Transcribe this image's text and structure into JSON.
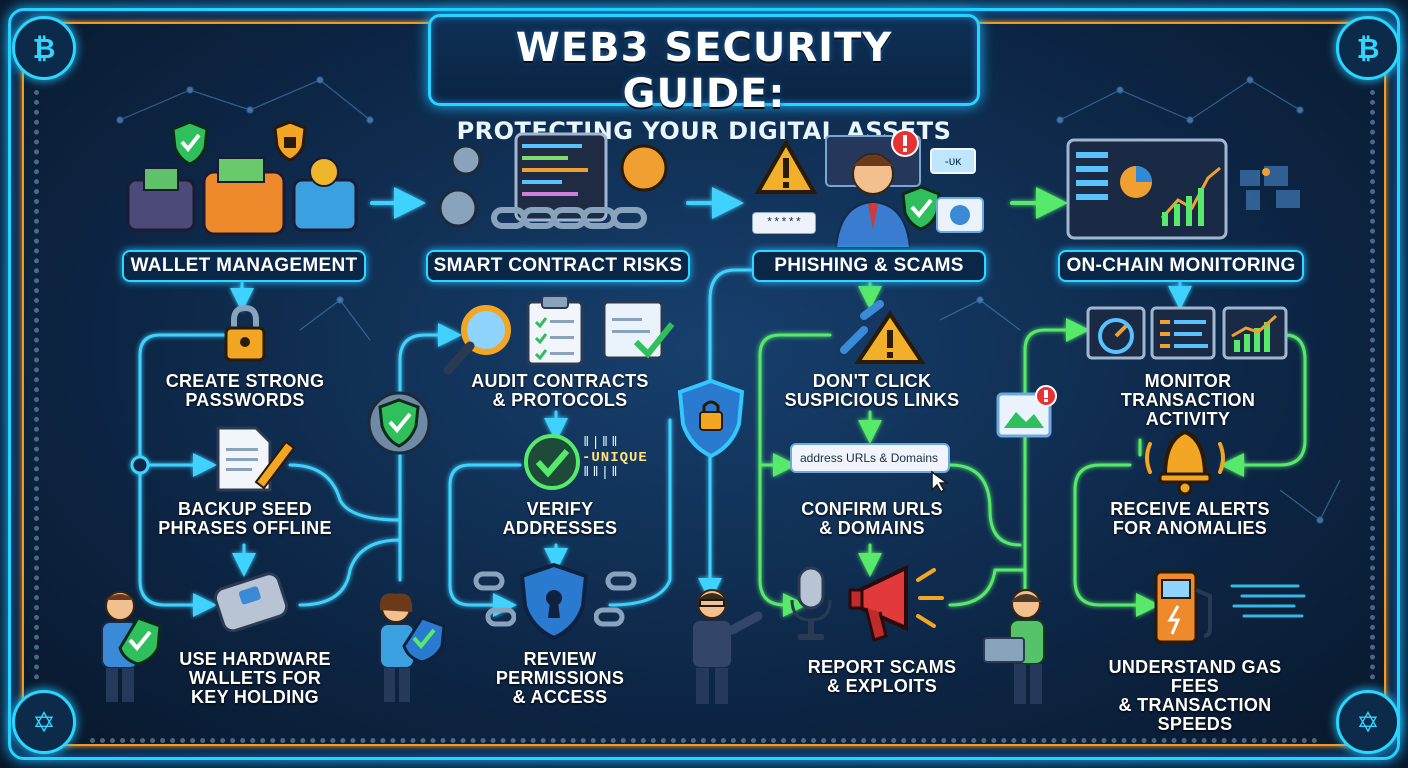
{
  "title": {
    "line1": "WEB3 SECURITY GUIDE:",
    "line2": "PROTECTING YOUR DIGITAL ASSETS"
  },
  "sections": {
    "wallet": {
      "label": "WALLET MANAGEMENT",
      "steps": [
        {
          "line1": "CREATE STRONG",
          "line2": "PASSWORDS"
        },
        {
          "line1": "BACKUP SEED",
          "line2": "PHRASES OFFLINE"
        },
        {
          "line1": "USE HARDWARE",
          "line2": "WALLETS FOR",
          "line3": "KEY HOLDING"
        }
      ]
    },
    "contract": {
      "label": "SMART CONTRACT RISKS",
      "steps": [
        {
          "line1": "AUDIT CONTRACTS",
          "line2": "& PROTOCOLS"
        },
        {
          "line1": "VERIFY",
          "line2": "ADDRESSES"
        },
        {
          "line1": "REVIEW",
          "line2": "PERMISSIONS",
          "line3": "& ACCESS"
        }
      ]
    },
    "phishing": {
      "label": "PHISHING & SCAMS",
      "steps": [
        {
          "line1": "DON'T CLICK",
          "line2": "SUSPICIOUS LINKS"
        },
        {
          "line1": "CONFIRM URLS",
          "line2": "& DOMAINS"
        },
        {
          "line1": "REPORT SCAMS",
          "line2": "& EXPLOITS"
        }
      ]
    },
    "monitoring": {
      "label": "ON-CHAIN MONITORING",
      "steps": [
        {
          "line1": "MONITOR",
          "line2": "TRANSACTION ACTIVITY"
        },
        {
          "line1": "RECEIVE ALERTS",
          "line2": "FOR ANOMALIES"
        },
        {
          "line1": "UNDERSTAND GAS FEES",
          "line2": "& TRANSACTION SPEEDS"
        }
      ]
    }
  },
  "illustration_text": {
    "url_bar": "address URLs & Domains",
    "login_password": "*****",
    "login_button": "-ᴜᴋ",
    "unique_top": "ǁ|ǁǁ",
    "unique_mid": "-UNIQUE",
    "unique_bot": "ǁǁ|ǁ"
  },
  "icons": {
    "corner_top": "bitcoin-icon",
    "corner_bottom": "network-hexagon-icon"
  },
  "colors": {
    "frame_cyan": "#28d3ff",
    "frame_orange": "#f39a1e",
    "flow_blue": "#3fd2ff",
    "flow_green": "#56e96a",
    "background": "#0d2747"
  }
}
